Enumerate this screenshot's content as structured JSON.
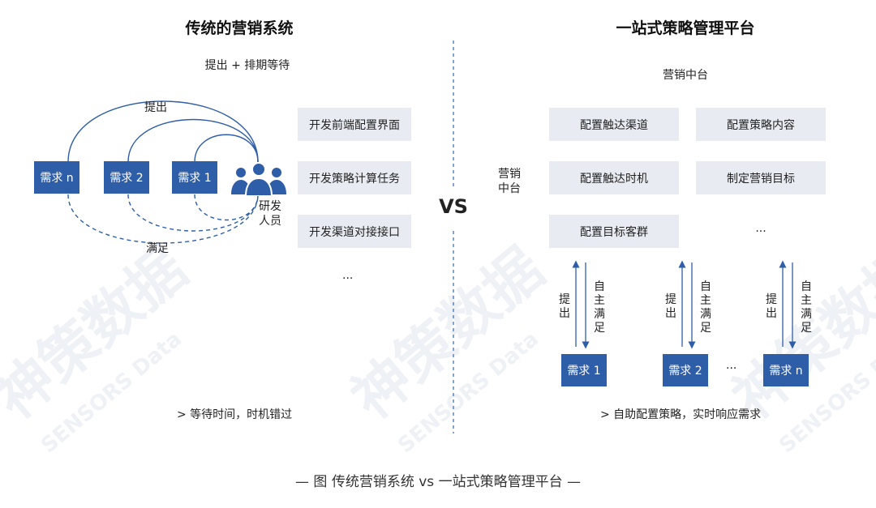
{
  "colors": {
    "accent": "#2f5ea8",
    "grey_box": "#e8ecf2",
    "divider": "#5b84c4",
    "watermark": "#eef1f5"
  },
  "left": {
    "title": "传统的营销系统",
    "subtitle": "提出 + 排期等待",
    "arc_top_label": "提出",
    "arc_bottom_label": "满足",
    "requests": [
      "需求 n",
      "需求 2",
      "需求 1"
    ],
    "dev_label": "研发\n人员",
    "tasks": [
      "开发前端配置界面",
      "开发策略计算任务",
      "开发渠道对接接口"
    ],
    "tasks_more": "···",
    "footer": "> 等待时间，时机错过",
    "icon": "developers-group-icon"
  },
  "vs": "VS",
  "right": {
    "title": "一站式策略管理平台",
    "subtitle": "营销中台",
    "side_label": "营销\n中台",
    "grid": [
      [
        "配置触达渠道",
        "配置策略内容"
      ],
      [
        "配置触达时机",
        "制定营销目标"
      ],
      [
        "配置目标客群",
        "···"
      ]
    ],
    "up_label": "提出",
    "down_label": "自主满足",
    "requests": [
      "需求 1",
      "需求 2",
      "需求 n"
    ],
    "requests_more": "···",
    "footer": "> 自助配置策略，实时响应需求"
  },
  "caption": "— 图  传统营销系统 vs 一站式策略管理平台 —",
  "watermark": {
    "brand": "神策数据",
    "sub": "SENSORS Data"
  }
}
